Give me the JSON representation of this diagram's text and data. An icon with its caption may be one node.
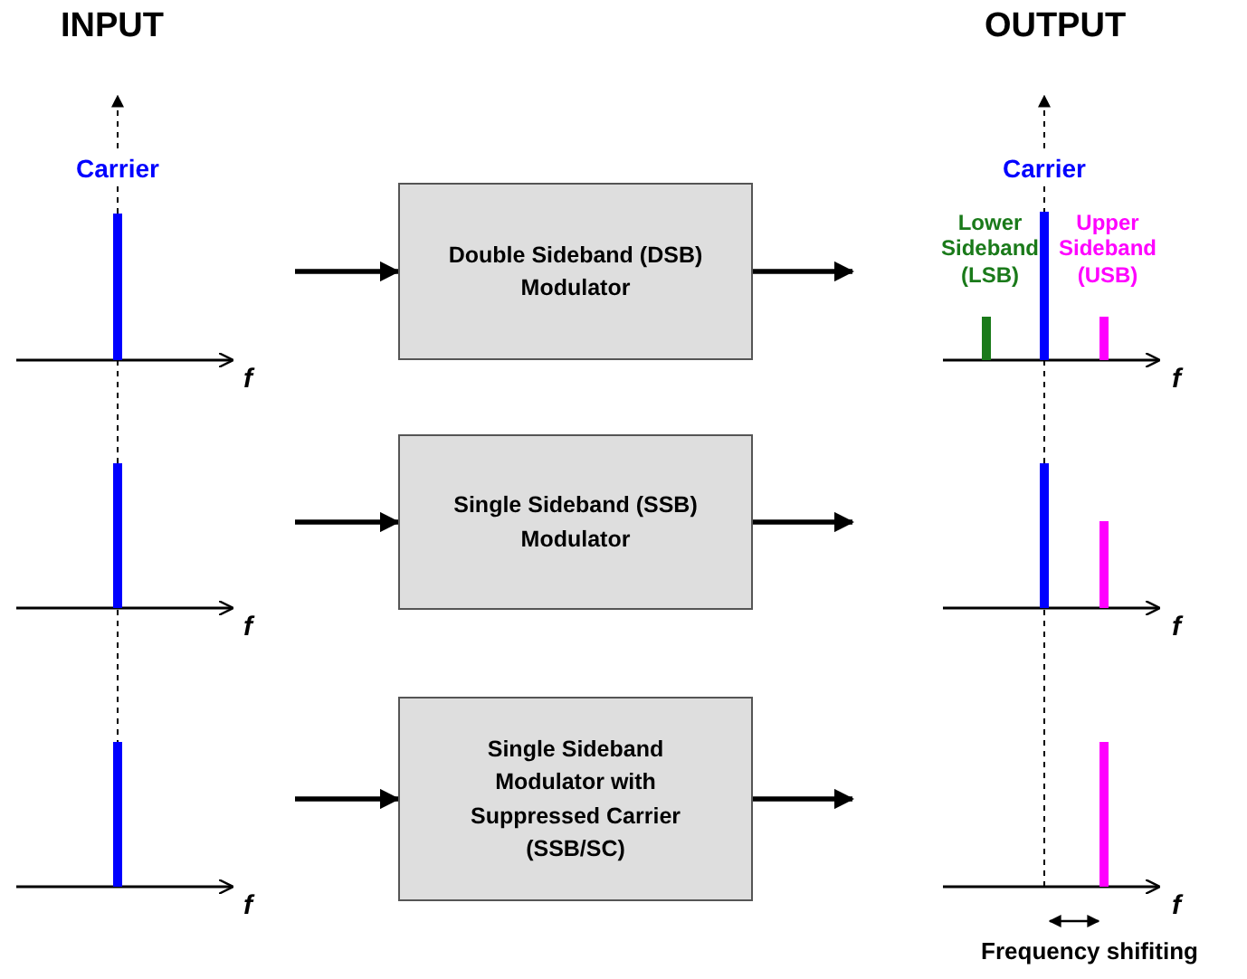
{
  "diagram": {
    "nodes": [
      {
        "text": [],
        "shape": "picture"
      },
      {
        "text": [
          "Double Sideband (DSB) Modulator"
        ]
      },
      {
        "text": [],
        "shape": "picture"
      },
      {
        "text": [],
        "shape": "picture"
      },
      {
        "text": [
          "Single Sideband (SSB) Modulator"
        ]
      },
      {
        "text": [],
        "shape": "picture"
      },
      {
        "text": [],
        "shape": "picture"
      },
      {
        "text": [
          "Single Sideband Modulator with Suppressed Carrier (SSB/SC)"
        ]
      },
      {
        "text": [],
        "shape": "picture"
      }
    ],
    "edges": [
      {
        "from": 0,
        "to": 1,
        "arrow": "to"
      },
      {
        "from": 1,
        "to": 2,
        "arrow": "to"
      },
      {
        "from": 3,
        "to": 4,
        "arrow": "to"
      },
      {
        "from": 4,
        "to": 5,
        "arrow": "to"
      },
      {
        "from": 6,
        "to": 7,
        "arrow": "to"
      },
      {
        "from": 7,
        "to": 8,
        "arrow": "to"
      }
    ],
    "labels": [
      "INPUT",
      "OUTPUT",
      "Carrier",
      "Carrier",
      "Lower Sideband (LSB)",
      "Upper Sideband (USB)",
      "f",
      "f",
      "f",
      "f",
      "f",
      "f",
      "Frequency shifiting"
    ]
  }
}
